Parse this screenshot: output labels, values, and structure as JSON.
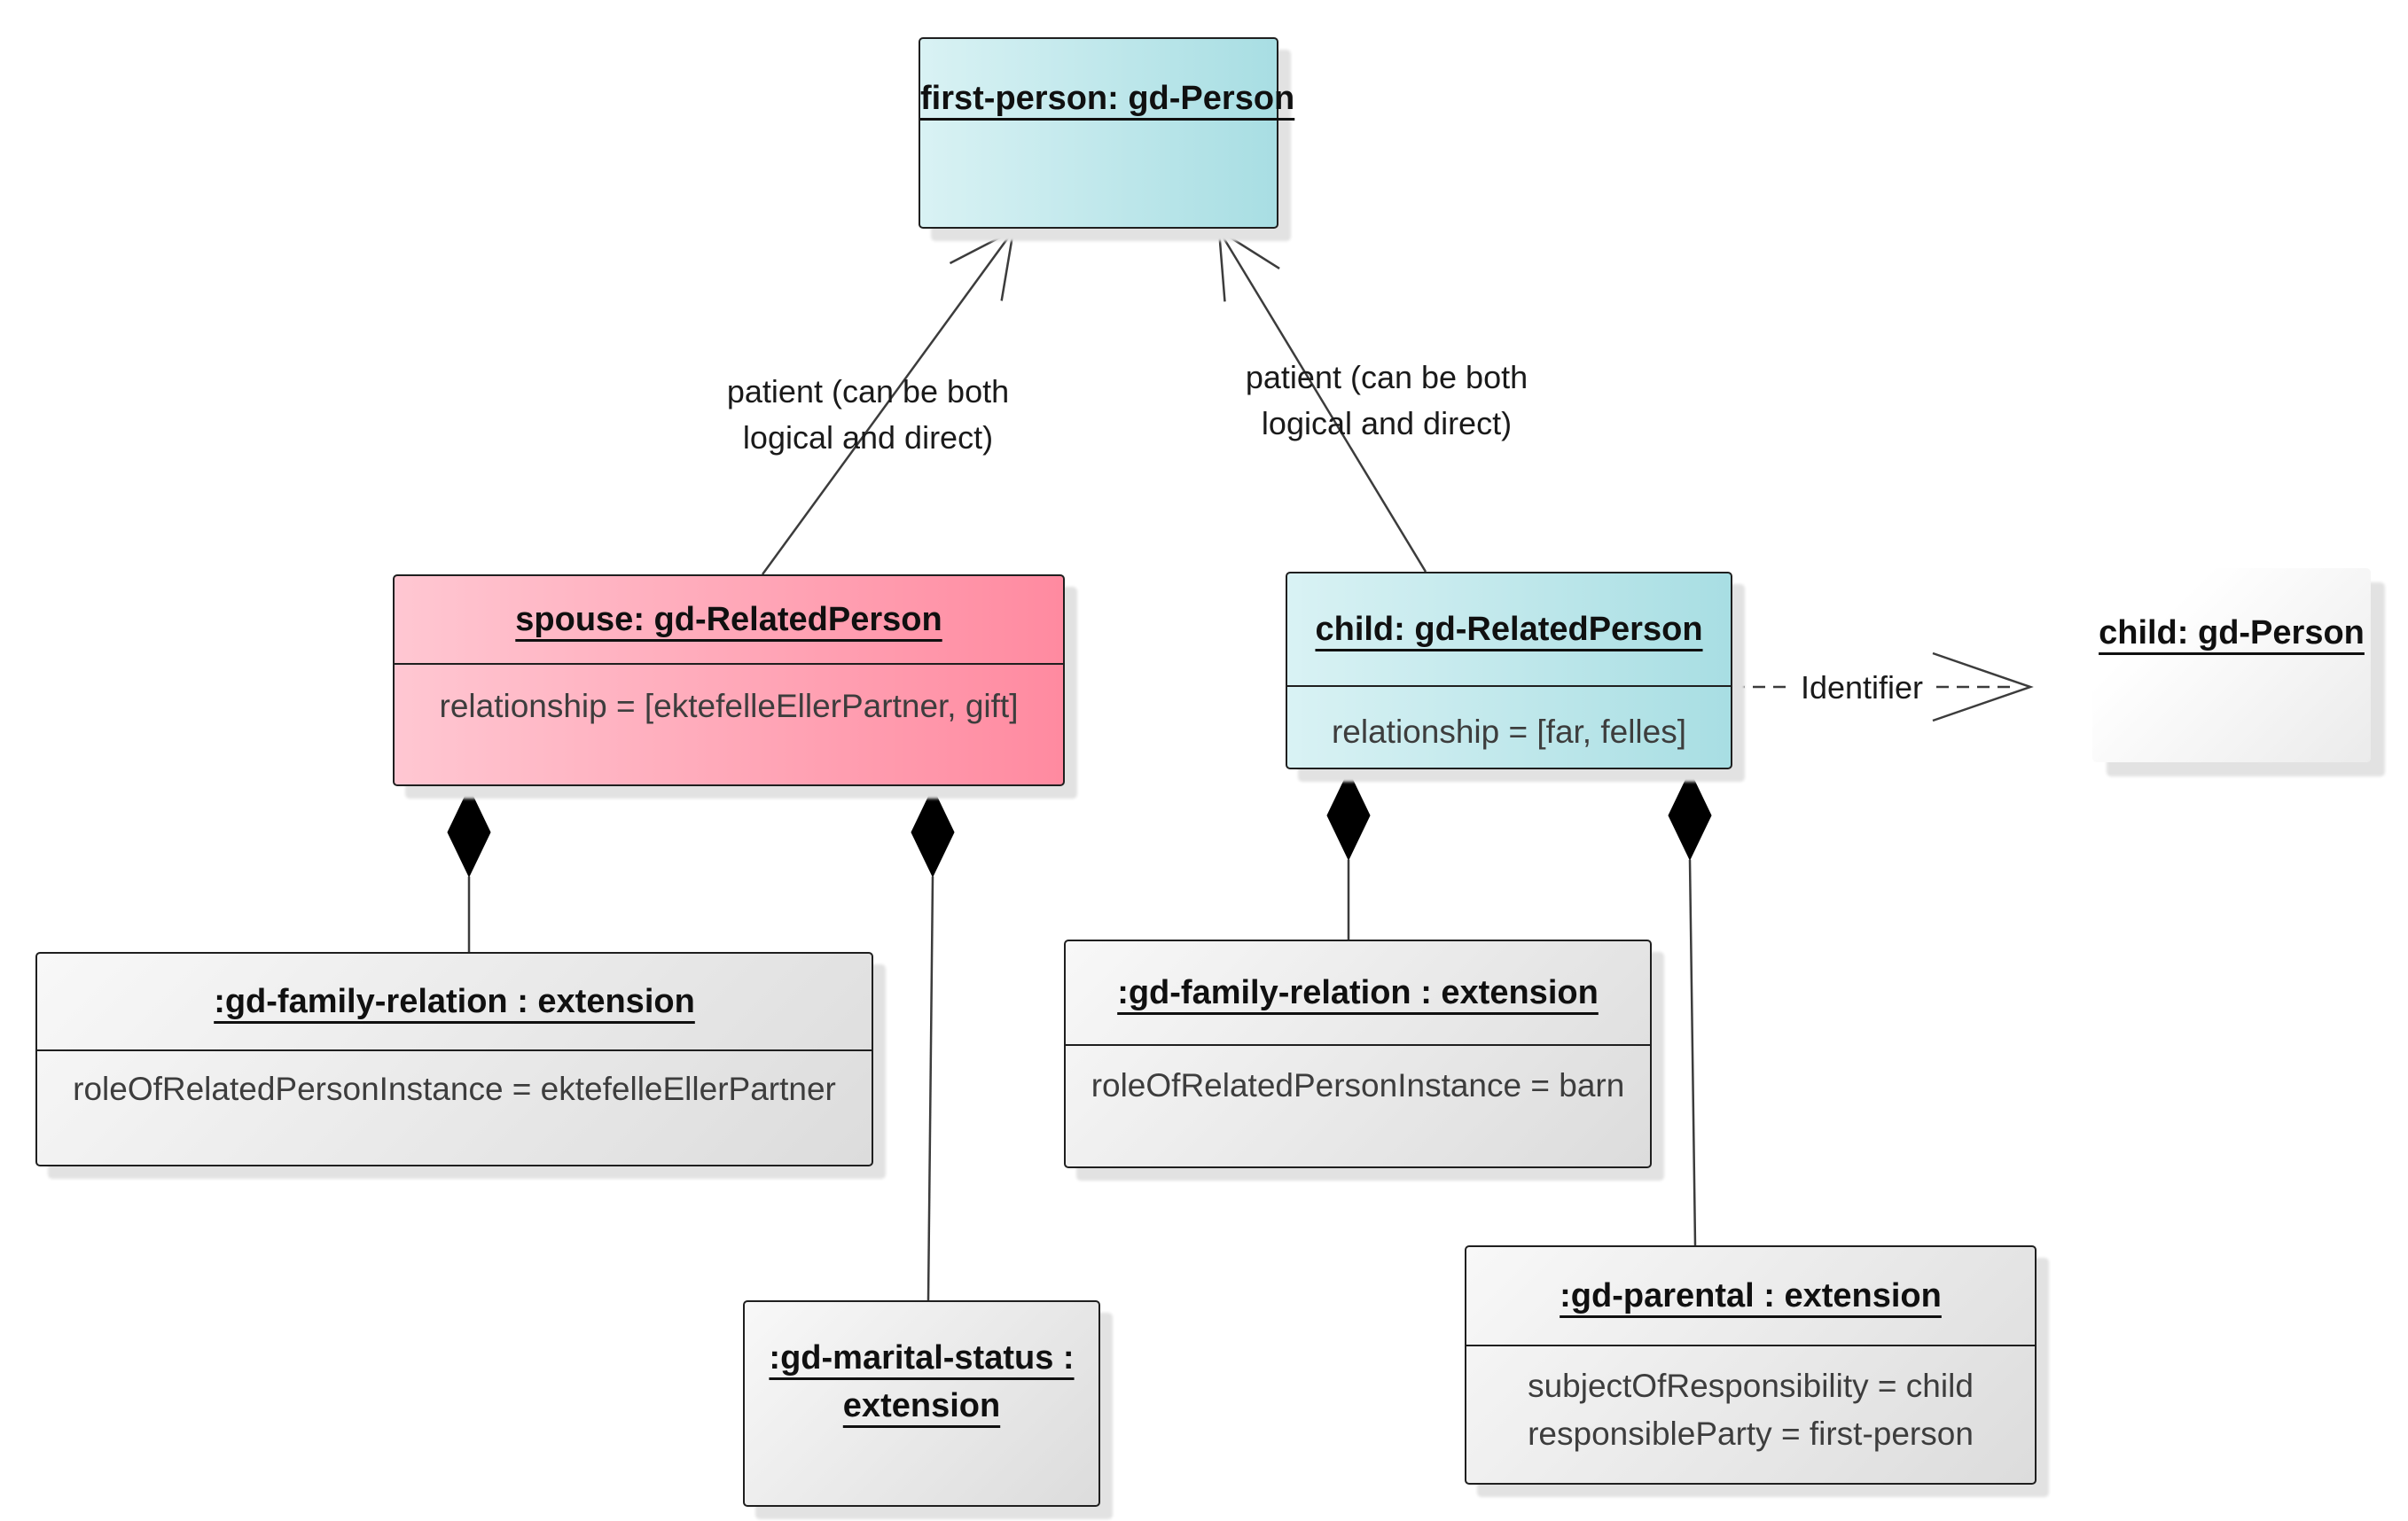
{
  "diagram": {
    "nodes": {
      "first_person": {
        "title": "first-person: gd-Person",
        "fill_start": "#d9f2f4",
        "fill_end": "#a8dee3"
      },
      "spouse": {
        "title": "spouse: gd-RelatedPerson",
        "attributes": [
          "relationship = [ektefelleEllerPartner, gift]"
        ],
        "fill_start": "#ffc7d2",
        "fill_end": "#ff8aa0"
      },
      "child_related": {
        "title": "child: gd-RelatedPerson",
        "attributes": [
          "relationship = [far, felles]"
        ],
        "fill_start": "#d9f2f4",
        "fill_end": "#a8dee3"
      },
      "child_person": {
        "title": "child: gd-Person",
        "fill_start": "#ffffff",
        "fill_end": "#ebebeb"
      },
      "family_relation_spouse": {
        "title": ":gd-family-relation : extension",
        "attributes": [
          "roleOfRelatedPersonInstance = ektefelleEllerPartner"
        ],
        "fill_start": "#f8f8f8",
        "fill_end": "#dcdcdc"
      },
      "marital_status": {
        "title": ":gd-marital-status : extension",
        "fill_start": "#f8f8f8",
        "fill_end": "#dcdcdc"
      },
      "family_relation_child": {
        "title": ":gd-family-relation : extension",
        "attributes": [
          "roleOfRelatedPersonInstance = barn"
        ],
        "fill_start": "#f8f8f8",
        "fill_end": "#dcdcdc"
      },
      "parental": {
        "title": ":gd-parental : extension",
        "attributes": [
          "subjectOfResponsibility = child",
          "responsibleParty = first-person"
        ],
        "fill_start": "#f8f8f8",
        "fill_end": "#dcdcdc"
      }
    },
    "edges": {
      "spouse_to_first_person": {
        "label": "patient (can be both logical and direct)",
        "type": "association-open-arrow"
      },
      "child_to_first_person": {
        "label": "patient (can be both logical and direct)",
        "type": "association-open-arrow"
      },
      "child_to_child_person": {
        "label": "Identifier",
        "type": "dashed-dependency-open-arrow"
      },
      "spouse_to_family_relation": {
        "type": "composition-diamond"
      },
      "spouse_to_marital_status": {
        "type": "composition-diamond"
      },
      "child_to_family_relation": {
        "type": "composition-diamond"
      },
      "child_to_parental": {
        "type": "composition-diamond"
      }
    },
    "colors": {
      "line": "#3c3c3c",
      "diamond": "#000000",
      "shadow": "#e2e2e2",
      "attr_text": "#3d3d3d",
      "title_text": "#101010",
      "background": "#ffffff"
    }
  }
}
